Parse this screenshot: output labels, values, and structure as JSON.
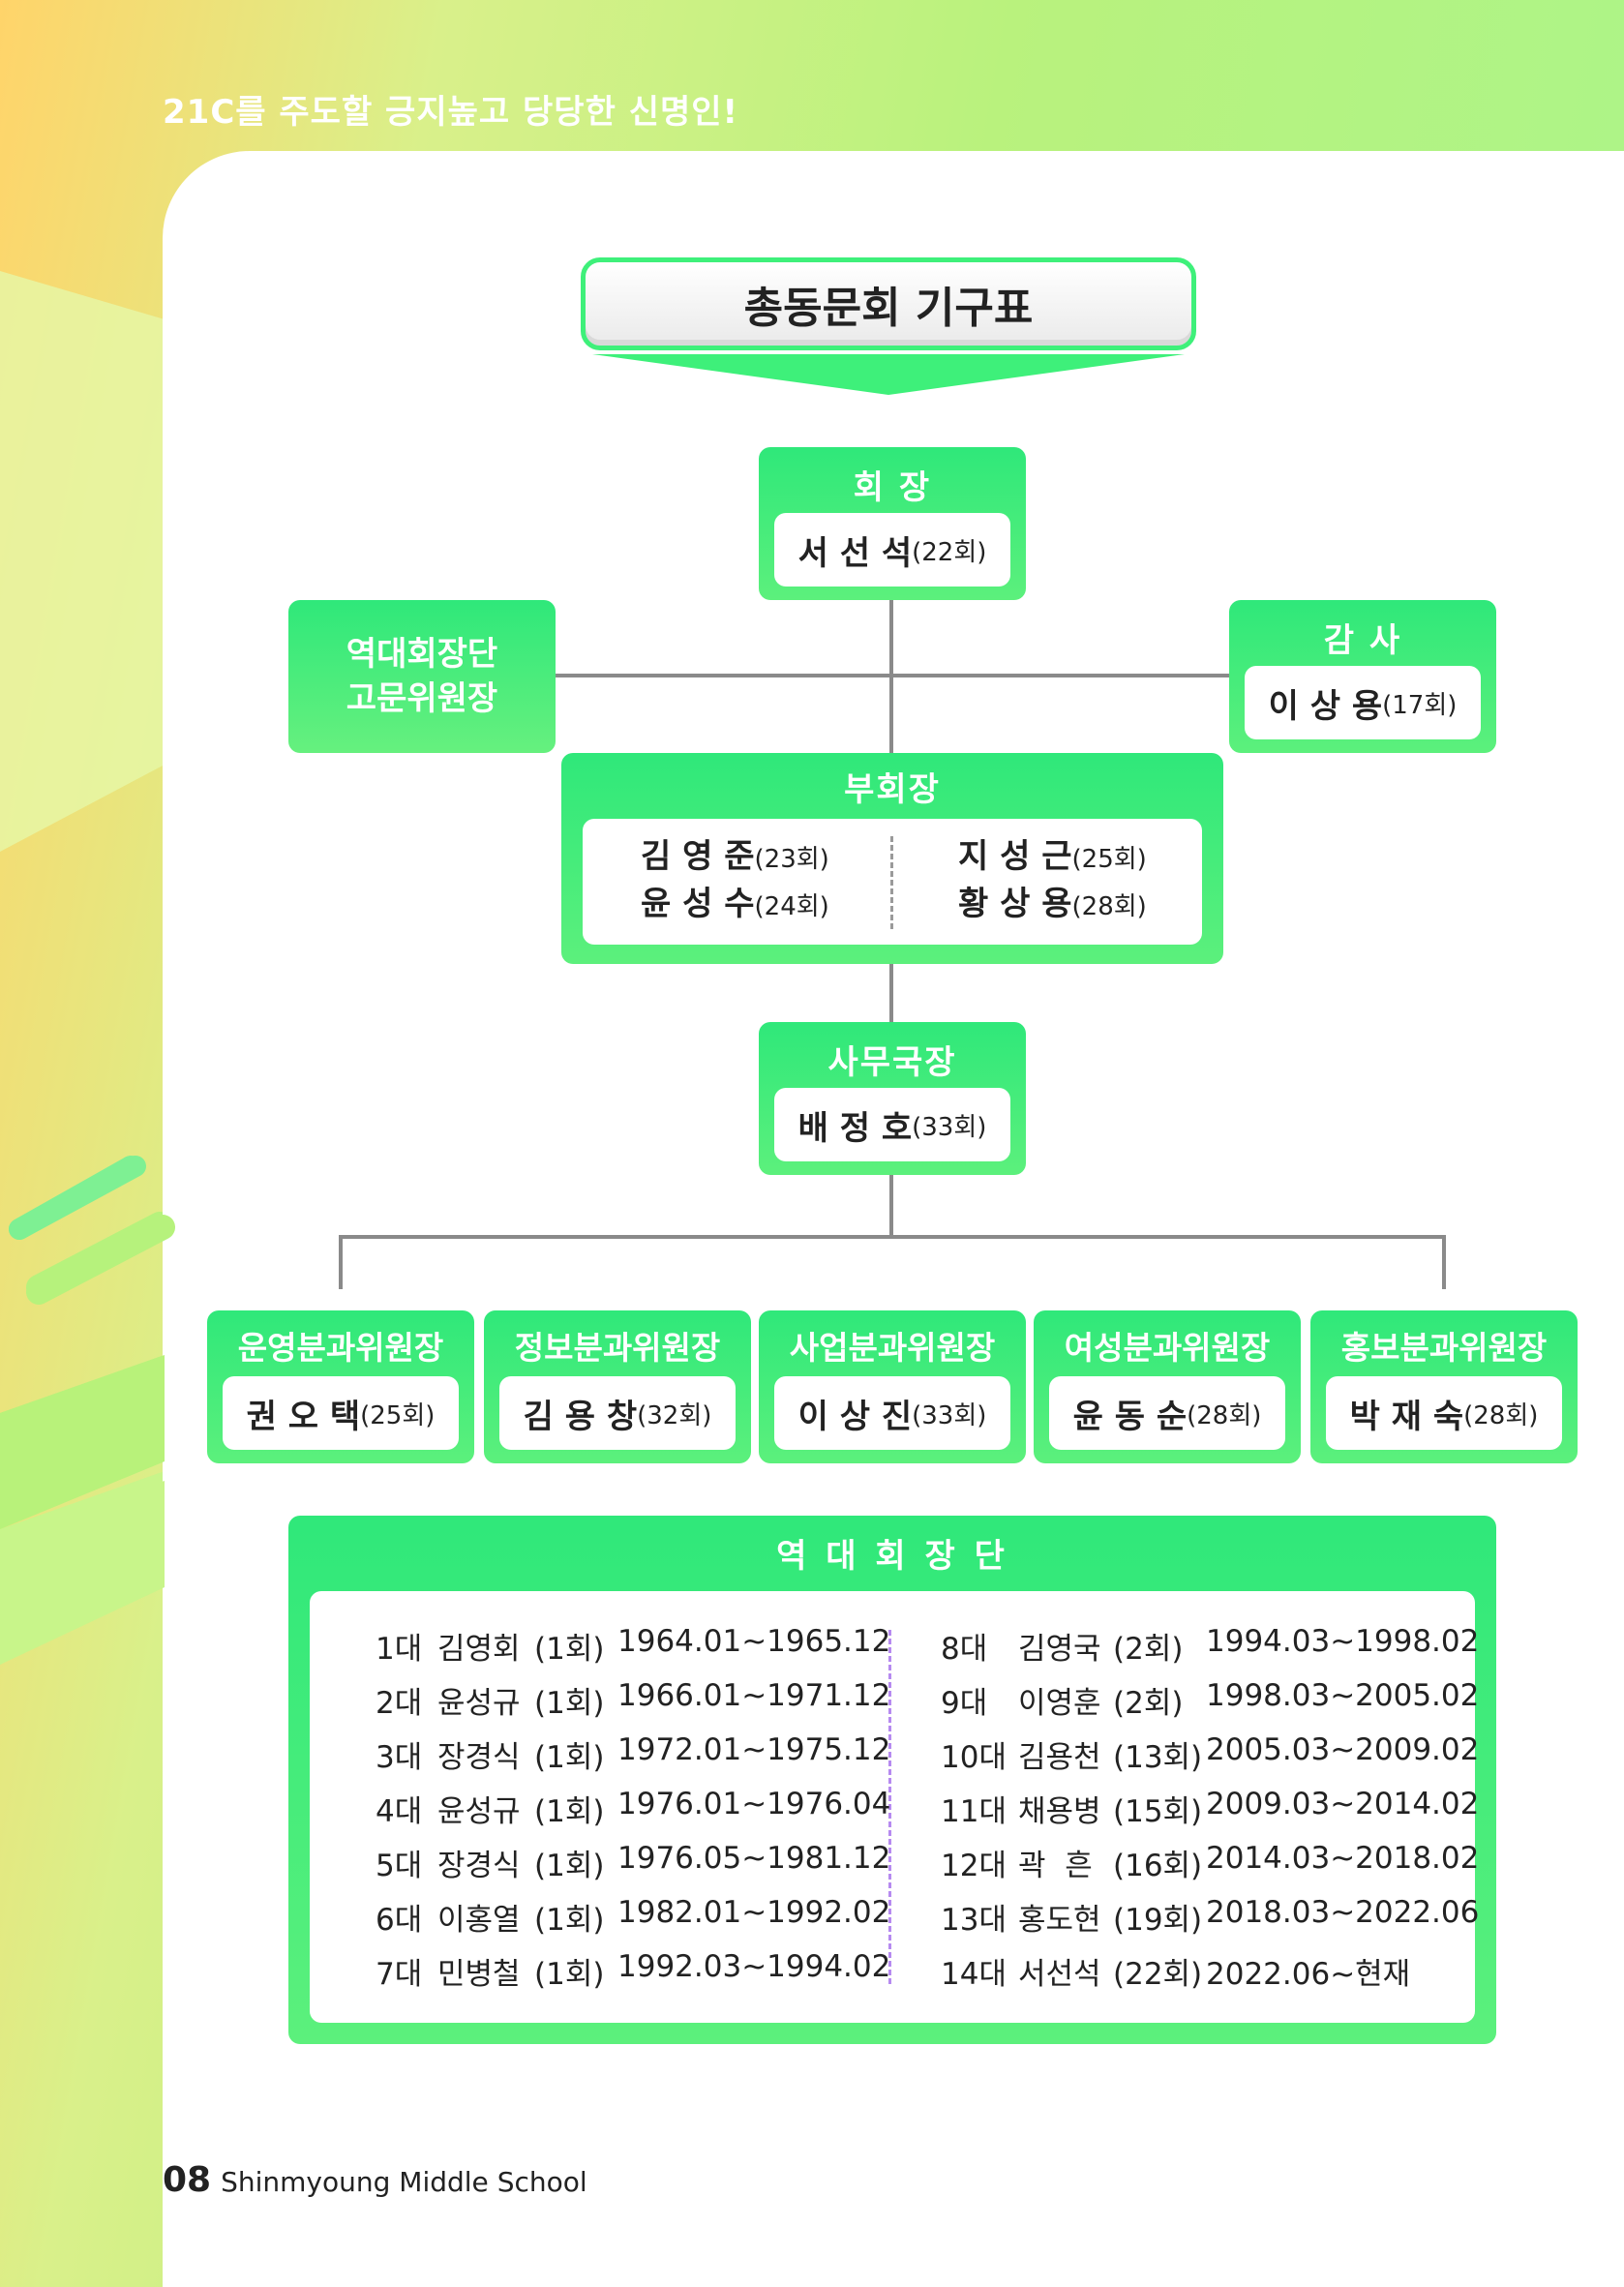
{
  "header": {
    "tagline": "21C를 주도할 긍지높고 당당한 신명인!"
  },
  "title": "총동문회 기구표",
  "president": {
    "label": "회 장",
    "name": "서 선 석",
    "term": "(22회)"
  },
  "advisor": {
    "line1": "역대회장단",
    "line2": "고문위원장"
  },
  "auditor": {
    "label": "감 사",
    "name": "이 상 용",
    "term": "(17회)"
  },
  "vice": {
    "label": "부회장",
    "left": [
      {
        "name": "김 영 준",
        "term": "(23회)"
      },
      {
        "name": "윤 성 수",
        "term": "(24회)"
      }
    ],
    "right": [
      {
        "name": "지 성 근",
        "term": "(25회)"
      },
      {
        "name": "황 상 용",
        "term": "(28회)"
      }
    ]
  },
  "secretary": {
    "label": "사무국장",
    "name": "배 정 호",
    "term": "(33회)"
  },
  "committees": [
    {
      "label": "운영분과위원장",
      "name": "권 오 택",
      "term": "(25회)"
    },
    {
      "label": "정보분과위원장",
      "name": "김 용 창",
      "term": "(32회)"
    },
    {
      "label": "사업분과위원장",
      "name": "이 상 진",
      "term": "(33회)"
    },
    {
      "label": "여성분과위원장",
      "name": "윤 동 순",
      "term": "(28회)"
    },
    {
      "label": "홍보분과위원장",
      "name": "박 재 숙",
      "term": "(28회)"
    }
  ],
  "history": {
    "title": "역 대 회 장 단",
    "left": [
      {
        "gen": "1대",
        "name": "김영회",
        "class": "(1회)",
        "period": "1964.01~1965.12"
      },
      {
        "gen": "2대",
        "name": "윤성규",
        "class": "(1회)",
        "period": "1966.01~1971.12"
      },
      {
        "gen": "3대",
        "name": "장경식",
        "class": "(1회)",
        "period": "1972.01~1975.12"
      },
      {
        "gen": "4대",
        "name": "윤성규",
        "class": "(1회)",
        "period": "1976.01~1976.04"
      },
      {
        "gen": "5대",
        "name": "장경식",
        "class": "(1회)",
        "period": "1976.05~1981.12"
      },
      {
        "gen": "6대",
        "name": "이홍열",
        "class": "(1회)",
        "period": "1982.01~1992.02"
      },
      {
        "gen": "7대",
        "name": "민병철",
        "class": "(1회)",
        "period": "1992.03~1994.02"
      }
    ],
    "right": [
      {
        "gen": "8대",
        "name": "김영국",
        "class": "(2회)",
        "period": "1994.03~1998.02"
      },
      {
        "gen": "9대",
        "name": "이영훈",
        "class": "(2회)",
        "period": "1998.03~2005.02"
      },
      {
        "gen": "10대",
        "name": "김용천",
        "class": "(13회)",
        "period": "2005.03~2009.02"
      },
      {
        "gen": "11대",
        "name": "채용병",
        "class": "(15회)",
        "period": "2009.03~2014.02"
      },
      {
        "gen": "12대",
        "name": "곽  흔",
        "class": "(16회)",
        "period": "2014.03~2018.02"
      },
      {
        "gen": "13대",
        "name": "홍도현",
        "class": "(19회)",
        "period": "2018.03~2022.06"
      },
      {
        "gen": "14대",
        "name": "서선석",
        "class": "(22회)",
        "period": "2022.06~현재"
      }
    ]
  },
  "footer": {
    "page": "08",
    "school": "Shinmyoung Middle School"
  }
}
